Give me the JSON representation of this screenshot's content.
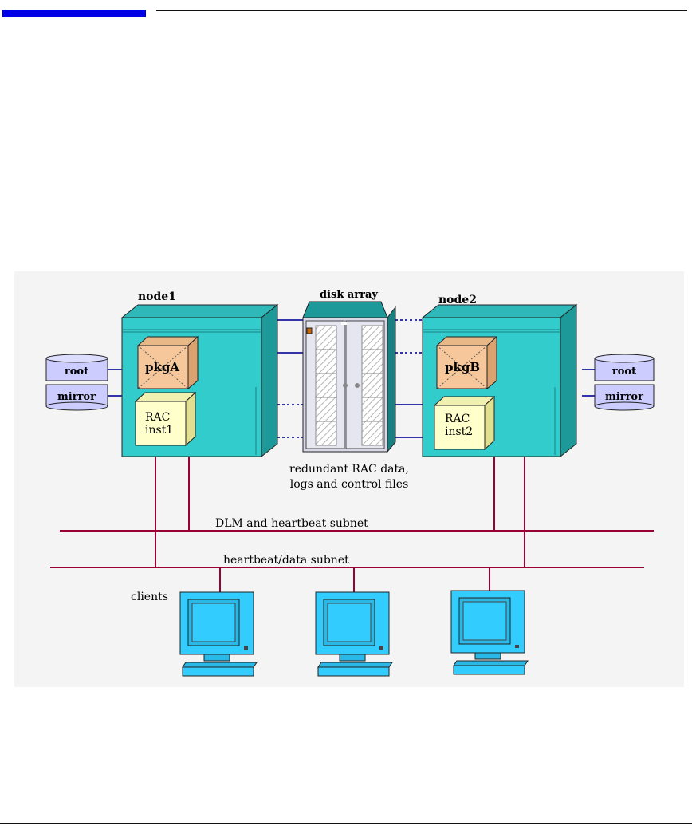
{
  "diagram": {
    "nodes": [
      {
        "label": "node1",
        "package": "pkgA",
        "instance_line1": "RAC",
        "instance_line2": "inst1",
        "disks": [
          "root",
          "mirror"
        ]
      },
      {
        "label": "node2",
        "package": "pkgB",
        "instance_line1": "RAC",
        "instance_line2": "inst2",
        "disks": [
          "root",
          "mirror"
        ]
      }
    ],
    "disk_array": {
      "label": "disk array",
      "caption_line1": "redundant RAC data,",
      "caption_line2": "logs and control files"
    },
    "subnets": {
      "dlm": "DLM and heartbeat subnet",
      "data": "heartbeat/data subnet"
    },
    "clients_label": "clients",
    "colors": {
      "node": "#33cccc",
      "package": "#f5c79a",
      "instance": "#ffffcc",
      "disk": "#ccccff",
      "network": "#990033",
      "array": "#1e9999",
      "client": "#33ccff",
      "accent": "#0000e6"
    }
  }
}
